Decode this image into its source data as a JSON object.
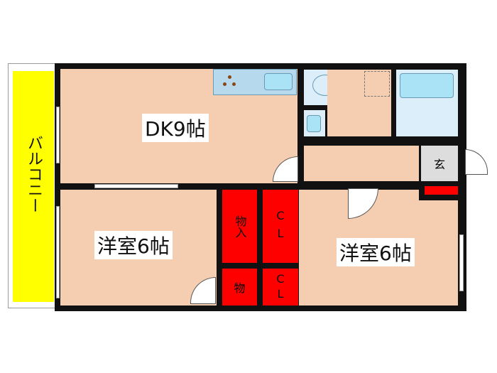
{
  "rooms": {
    "balcony": "バルコニー",
    "dk": "DK9帖",
    "western_left": "洋室6帖",
    "western_right": "洋室6帖",
    "storage_top": "物入",
    "storage_bottom": "物",
    "closet_top": "CL",
    "closet_bottom": "CL",
    "entrance": "玄"
  },
  "colors": {
    "balcony": "#ffff00",
    "room": "#f5cdb0",
    "closet": "#ff0000",
    "wet_area": "#dbeefa"
  }
}
